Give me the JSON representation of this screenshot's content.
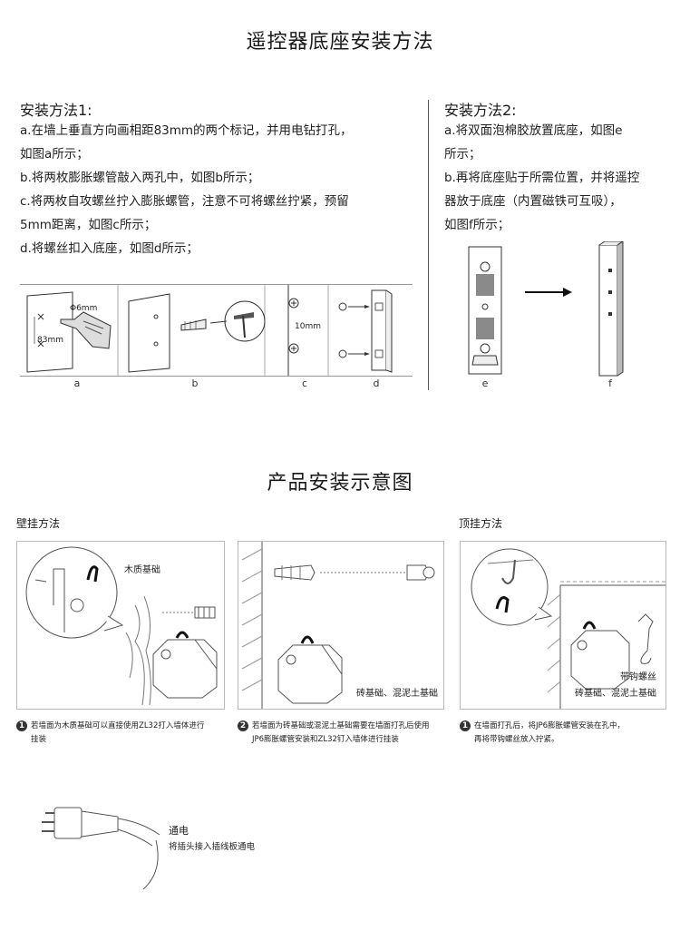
{
  "section1": {
    "title": "遥控器底座安装方法",
    "method1": {
      "title": "安装方法1:",
      "steps": [
        "a.在墙上垂直方向画相距83mm的两个标记，并用电钻打孔，",
        "如图a所示；",
        "b.将两枚膨胀螺管敲入两孔中，如图b所示；",
        "c.将两枚自攻螺丝拧入膨胀螺管，注意不可将螺丝拧紧，预留",
        "5mm距离，如图c所示；",
        "d.将螺丝扣入底座，如图d所示；"
      ],
      "figures": [
        "a",
        "b",
        "c",
        "d"
      ],
      "fig_text": {
        "phi": "Φ6mm",
        "dist": "83mm",
        "gap": "10mm"
      }
    },
    "method2": {
      "title": "安装方法2:",
      "steps": [
        "a.将双面泡棉胶放置底座，如图e",
        "所示；",
        "b.再将底座贴于所需位置，并将遥控",
        "器放于底座（内置磁铁可互吸），",
        "如图f所示；"
      ],
      "figures": [
        "e",
        "f"
      ]
    }
  },
  "section2": {
    "title": "产品安装示意图",
    "wall_label": "壁挂方法",
    "ceiling_label": "顶挂方法",
    "panels": [
      {
        "label": "木质基础"
      },
      {
        "label": "砖基础、混泥土基础"
      },
      {
        "label": "砖基础、混泥土基础",
        "label2": "带钩螺丝"
      }
    ],
    "captions": [
      {
        "num": "1",
        "lines": [
          "若墙面为木质基础可以直接使用ZL32打入墙体进行",
          "挂装"
        ]
      },
      {
        "num": "2",
        "lines": [
          "若墙面为砖基础或混泥土基础需要在墙面打孔后使用",
          "JP6膨胀螺管安装和ZL32钉入墙体进行挂装"
        ]
      },
      {
        "num": "1",
        "lines": [
          "在墙面打孔后，将JP6膨胀螺管安装在孔中，",
          "再将带钩螺丝放入拧紧。"
        ]
      }
    ],
    "power": {
      "title": "通电",
      "desc": "将插头接入插线板通电"
    }
  }
}
